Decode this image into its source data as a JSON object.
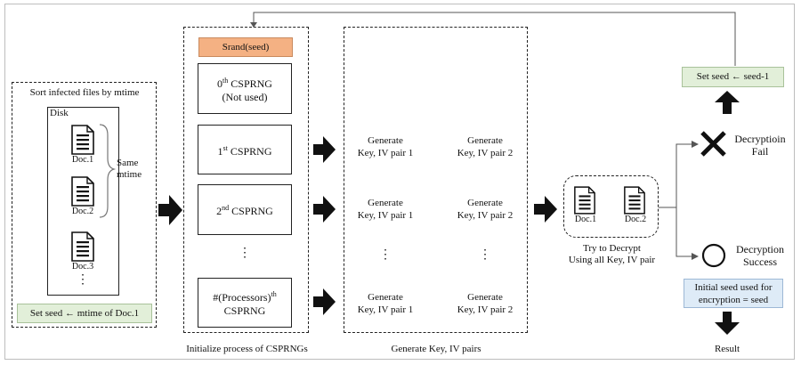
{
  "left_panel": {
    "title": "Sort infected files by mtime",
    "disk_label": "Disk",
    "docs": [
      "Doc.1",
      "Doc.2",
      "Doc.3"
    ],
    "ellipsis": "⋮",
    "same_mtime": [
      "Same",
      "mtime"
    ],
    "seed_box": "Set seed ← mtime of Doc.1"
  },
  "cs_panel": {
    "srand": "Srand(seed)",
    "boxes": [
      {
        "pre": "0",
        "sup": "th",
        "post": " CSPRNG",
        "line2": "(Not used)"
      },
      {
        "pre": "1",
        "sup": "st",
        "post": "  CSPRNG",
        "line2": ""
      },
      {
        "pre": "2",
        "sup": "nd",
        "post": " CSPRNG",
        "line2": ""
      },
      {
        "pre": "#(Processors)",
        "sup": "th",
        "post": "",
        "line2": "CSPRNG"
      }
    ],
    "ellipsis": "⋮",
    "caption": "Initialize process of CSPRNGs"
  },
  "key_panel": {
    "rows": [
      [
        "Generate",
        "Key, IV pair 1",
        "Generate",
        "Key, IV pair 2"
      ],
      [
        "Generate",
        "Key, IV pair 1",
        "Generate",
        "Key, IV pair 2"
      ],
      [
        "Generate",
        "Key, IV pair 1",
        "Generate",
        "Key, IV pair 2"
      ]
    ],
    "ellipsis": "⋮",
    "caption": "Generate Key, IV pairs"
  },
  "decrypt": {
    "docs": [
      "Doc.1",
      "Doc.2"
    ],
    "caption_line1": "Try to Decrypt",
    "caption_line2": "Using all Key, IV pair"
  },
  "result": {
    "set_seed": "Set seed ← seed-1",
    "fail_line1": "Decryptioin",
    "fail_line2": "Fail",
    "success_line1": "Decryption",
    "success_line2": "Success",
    "initial_seed_line1": "Initial seed used for",
    "initial_seed_line2": "encryption = seed",
    "result_label": "Result"
  },
  "colors": {
    "orange": "#f4b183",
    "green": "#e2efd9",
    "blue": "#deebf7",
    "dark": "#111111"
  }
}
